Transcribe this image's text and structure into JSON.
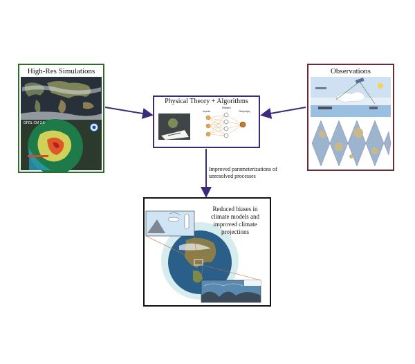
{
  "nodes": {
    "simulations": {
      "title": "High-Res Simulations",
      "map_caption": "GFDL CM 2.6"
    },
    "observations": {
      "title": "Observations"
    },
    "theory": {
      "title": "Physical Theory + Algorithms",
      "nn_labels": {
        "inputs": "Inputs",
        "hidden": "Hidden",
        "outputs": "Output(s)"
      }
    },
    "result": {
      "title": "Reduced biases in climate models and improved climate projections"
    }
  },
  "edges": {
    "theory_to_result": {
      "label": "Improved parameterizations of unresolved processes"
    }
  },
  "colors": {
    "simulations_border": "#2f6b2a",
    "observations_border": "#6b2a33",
    "theory_border": "#3b2b7a",
    "arrow": "#3b2b7a"
  }
}
